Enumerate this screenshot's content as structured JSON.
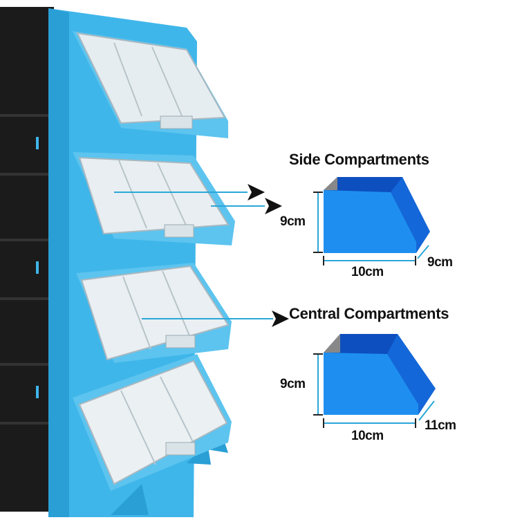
{
  "side": {
    "title": "Side Compartments",
    "height": "9cm",
    "width": "10cm",
    "depth": "9cm"
  },
  "central": {
    "title": "Central Compartments",
    "height": "9cm",
    "width": "10cm",
    "depth": "11cm"
  },
  "colors": {
    "unit_blue": "#3fb6ea",
    "unit_blue_dark": "#2a9fd6",
    "frame_black": "#1b1b1b",
    "bin_front": "#1e8ff0",
    "bin_side": "#1467d8",
    "bin_inner": "#0d4fbf",
    "dimension_line": "#2aa7d8",
    "pointer_line": "#2aa7d8"
  }
}
